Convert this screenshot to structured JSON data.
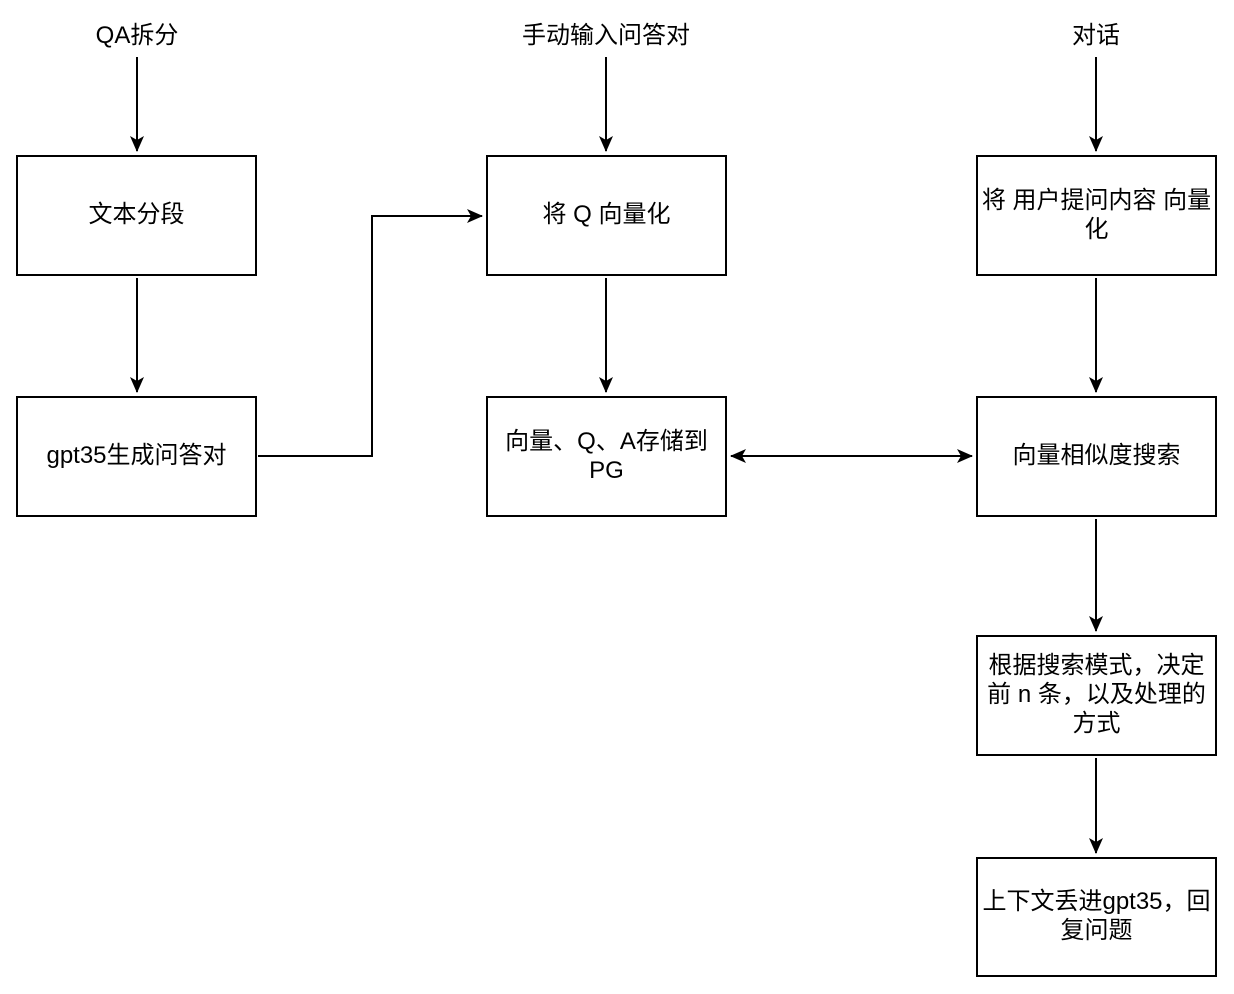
{
  "diagram": {
    "type": "flowchart",
    "background_color": "#ffffff",
    "stroke_color": "#000000",
    "text_color": "#000000",
    "entry_labels": {
      "qa_split": {
        "text": "QA拆分"
      },
      "manual_input": {
        "text": "手动输入问答对"
      },
      "dialog": {
        "text": "对话"
      }
    },
    "nodes": {
      "text_split": {
        "label": "文本分段"
      },
      "gen_qa": {
        "label": "gpt35生成问答对"
      },
      "vectorize_q": {
        "label": "将 Q 向量化"
      },
      "store_pg": {
        "label": "向量、Q、A存储到\nPG"
      },
      "vectorize_user": {
        "label": "将 用户提问内容 向量\n化"
      },
      "similarity_search": {
        "label": "向量相似度搜索"
      },
      "search_mode": {
        "label": "根据搜索模式，决定\n前 n 条，以及处理的\n方式"
      },
      "answer": {
        "label": "上下文丢进gpt35，回\n复问题"
      }
    },
    "edges": [
      {
        "from": "qa_split",
        "to": "text_split",
        "type": "arrow"
      },
      {
        "from": "text_split",
        "to": "gen_qa",
        "type": "arrow"
      },
      {
        "from": "gen_qa",
        "to": "vectorize_q",
        "type": "elbow-arrow"
      },
      {
        "from": "manual_input",
        "to": "vectorize_q",
        "type": "arrow"
      },
      {
        "from": "vectorize_q",
        "to": "store_pg",
        "type": "arrow"
      },
      {
        "from": "store_pg",
        "to": "similarity_search",
        "type": "double-arrow"
      },
      {
        "from": "dialog",
        "to": "vectorize_user",
        "type": "arrow"
      },
      {
        "from": "vectorize_user",
        "to": "similarity_search",
        "type": "arrow"
      },
      {
        "from": "similarity_search",
        "to": "search_mode",
        "type": "arrow"
      },
      {
        "from": "search_mode",
        "to": "answer",
        "type": "arrow"
      }
    ]
  }
}
